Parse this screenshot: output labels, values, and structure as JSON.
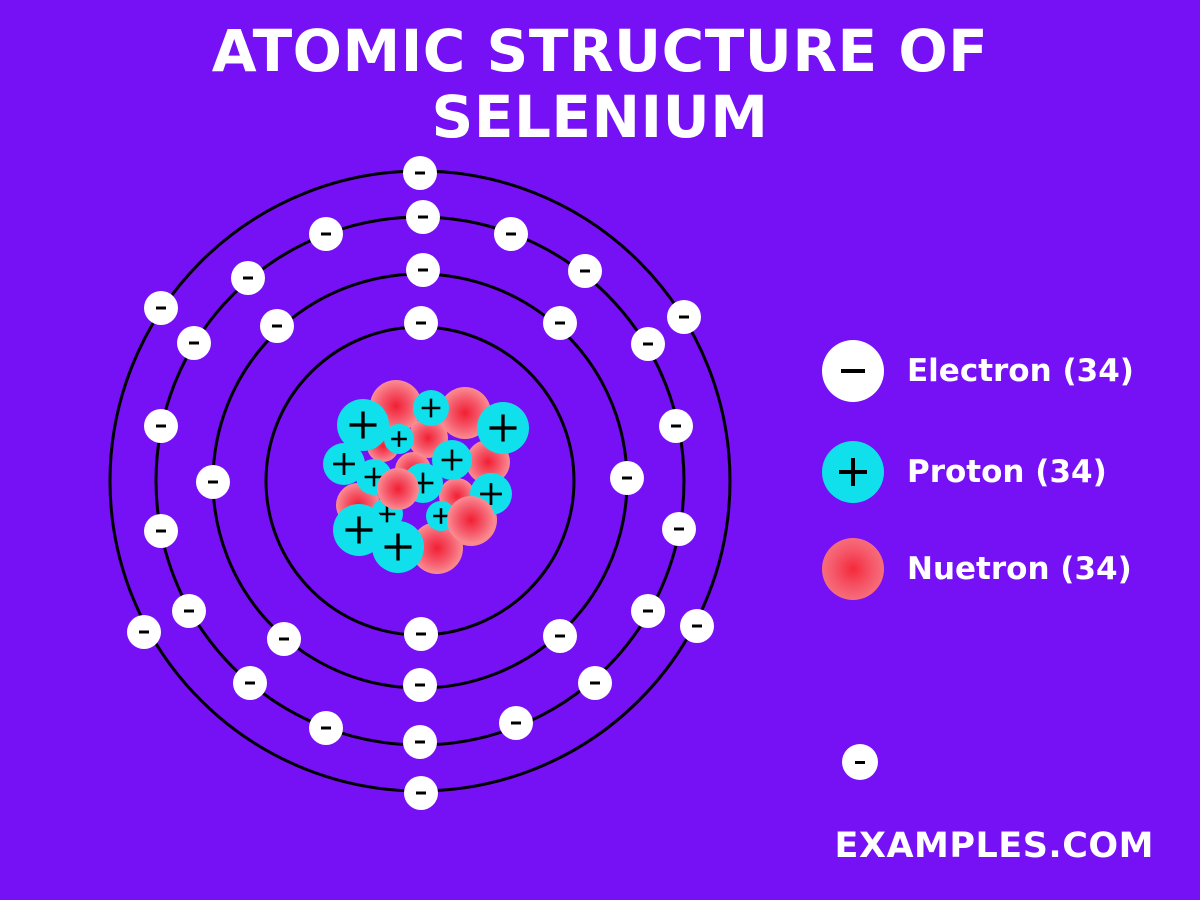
{
  "title": {
    "line1": "ATOMIC STRUCTURE OF",
    "line2": "SELENIUM"
  },
  "atom": {
    "element": "Selenium",
    "shells": [
      {
        "shell": 1,
        "electrons": 2
      },
      {
        "shell": 2,
        "electrons": 8
      },
      {
        "shell": 3,
        "electrons": 18
      },
      {
        "shell": 4,
        "electrons": 6
      }
    ],
    "electron_symbol": "-",
    "proton_symbol": "+"
  },
  "legend": {
    "electron": {
      "label": "Electron (34)",
      "icon": "minus-icon"
    },
    "proton": {
      "label": "Proton (34)",
      "icon": "plus-icon"
    },
    "neutron": {
      "label": "Nuetron (34)",
      "icon": "neutron-sphere"
    }
  },
  "brand": "EXAMPLES.COM",
  "colors": {
    "background": "#7610f5",
    "electron": "#ffffff",
    "proton": "#10e0ec",
    "neutron": "#f5586a",
    "orbit": "#000000",
    "text": "#ffffff"
  }
}
